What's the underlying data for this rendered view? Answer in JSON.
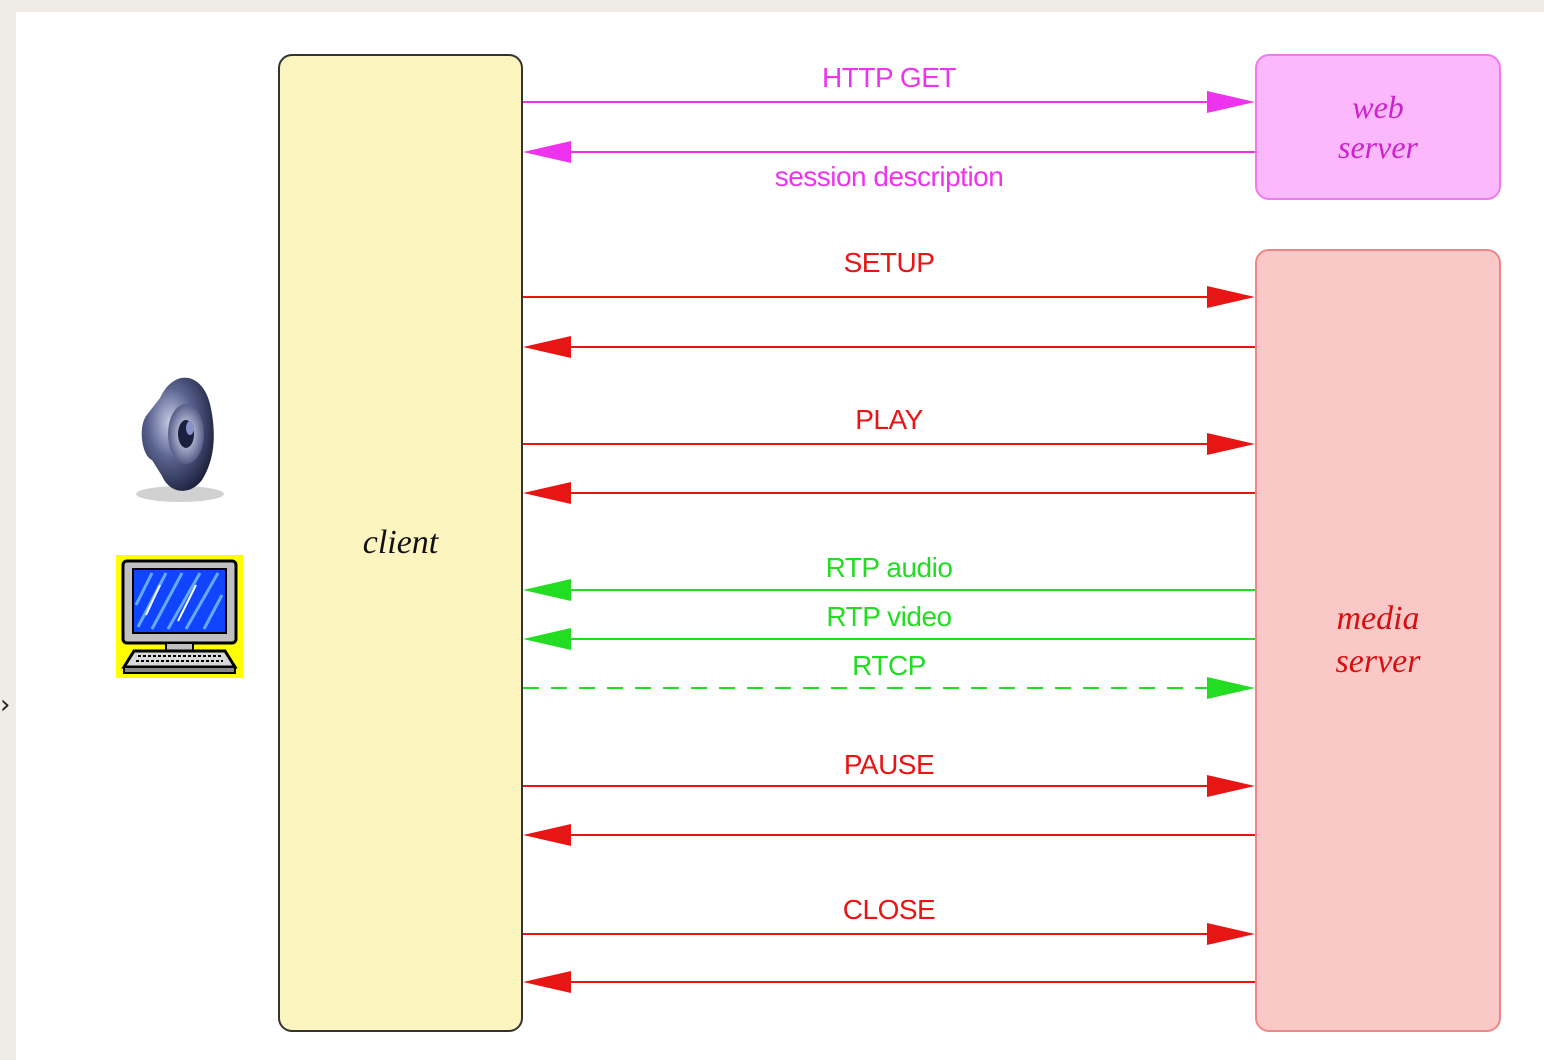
{
  "nav": {
    "chevron_glyph": "›"
  },
  "entities": {
    "client": "client",
    "web_server": "web\nserver",
    "media_server": "media\nserver"
  },
  "messages": {
    "http_get": "HTTP GET",
    "session_description": "session description",
    "setup": "SETUP",
    "play": "PLAY",
    "rtp_audio": "RTP audio",
    "rtp_video": "RTP video",
    "rtcp": "RTCP",
    "pause": "PAUSE",
    "close": "CLOSE"
  },
  "colors": {
    "web": "#ee33ee",
    "control": "#e81515",
    "media": "#22dd22"
  },
  "icons": [
    "speaker-icon",
    "computer-monitor-icon"
  ]
}
